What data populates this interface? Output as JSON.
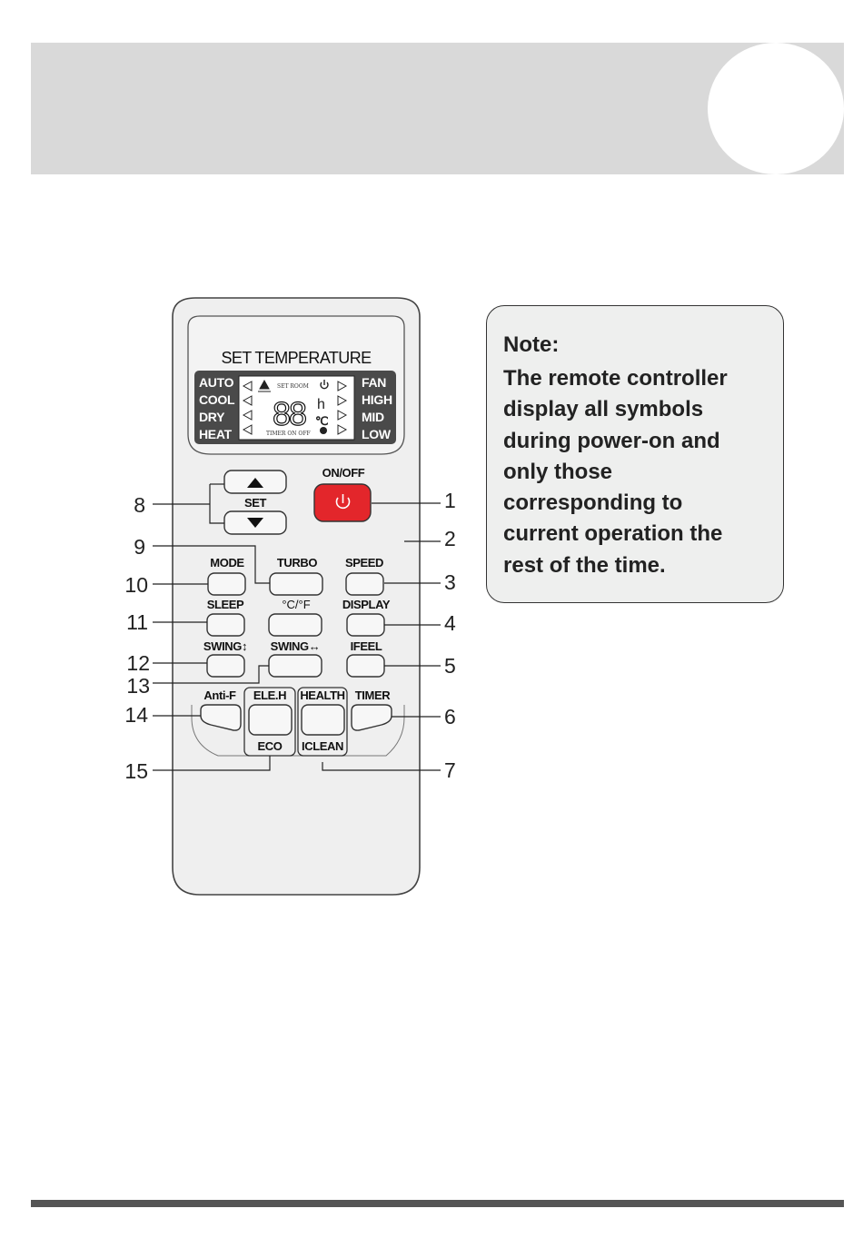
{
  "note": {
    "title": "Note:",
    "lines": [
      "The remote controller",
      "display all symbols",
      "during power-on and",
      "only those",
      "corresponding to",
      "current operation the",
      "rest of the time."
    ]
  },
  "remote": {
    "display_title": "SET TEMPERATURE",
    "lcd": {
      "left_modes": [
        "AUTO",
        "COOL",
        "DRY",
        "HEAT"
      ],
      "right_speeds": [
        "FAN",
        "HIGH",
        "MID",
        "LOW"
      ],
      "top_small": "SET  ROOM",
      "bottom_small": "TIMER ON OFF",
      "digits": "88",
      "hour_symbol": "h",
      "unit_symbol": "℃"
    },
    "set_label": "SET",
    "onoff_label": "ON/OFF",
    "buttons": {
      "mode": "MODE",
      "turbo": "TURBO",
      "speed": "SPEED",
      "sleep": "SLEEP",
      "temp_unit": "°C/°F",
      "display": "DISPLAY",
      "swing_v": "SWING↕",
      "swing_h": "SWING↔",
      "ifeel": "IFEEL",
      "antif": "Anti-F",
      "eleh": "ELE.H",
      "health": "HEALTH",
      "timer": "TIMER",
      "eco": "ECO",
      "iclean": "ICLEAN"
    }
  },
  "callouts": {
    "left": [
      "8",
      "9",
      "10",
      "11",
      "12",
      "13",
      "14",
      "15"
    ],
    "right": [
      "1",
      "2",
      "3",
      "4",
      "5",
      "6",
      "7"
    ]
  },
  "colors": {
    "power_button": "#e3262b",
    "lcd_background": "#4a4a4a",
    "remote_body": "#efefef"
  }
}
